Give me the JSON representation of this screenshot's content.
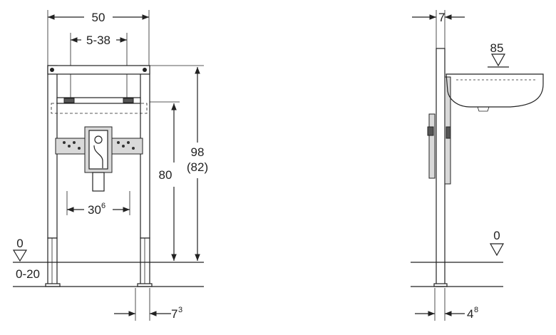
{
  "front_view": {
    "total_width": "50",
    "bracket_range": "5-38",
    "outlet_width_main": "30",
    "outlet_width_sup": "6",
    "height_98": "98",
    "height_82": "(82)",
    "height_80": "80",
    "floor_level": "0",
    "floor_range": "0-20",
    "foot_width_main": "7",
    "foot_width_sup": "3"
  },
  "side_view": {
    "depth": "7",
    "basin_height": "85",
    "floor_level": "0",
    "foot_depth_main": "4",
    "foot_depth_sup": "8"
  }
}
